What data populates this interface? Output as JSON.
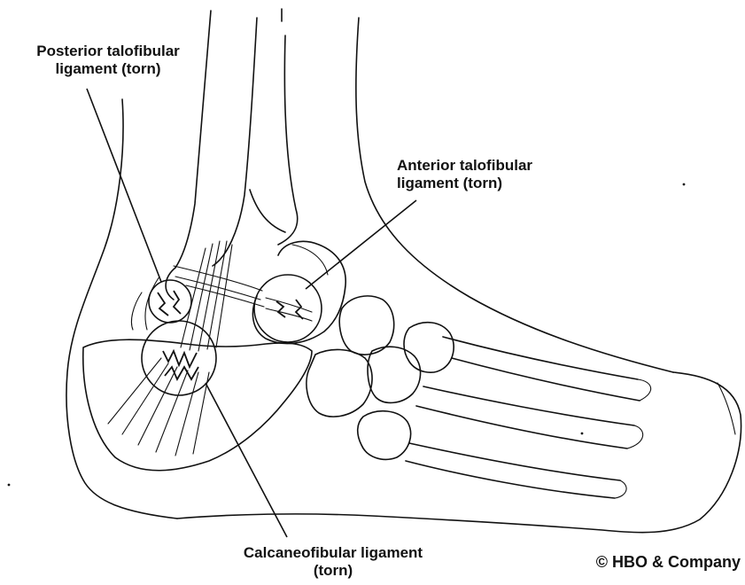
{
  "labels": {
    "posterior_line1": "Posterior talofibular",
    "posterior_line2": "ligament (torn)",
    "anterior_line1": "Anterior talofibular",
    "anterior_line2": "ligament (torn)",
    "calcaneo_line1": "Calcaneofibular ligament",
    "calcaneo_line2": "(torn)"
  },
  "copyright": "© HBO & Company",
  "colors": {
    "ink": "#111111",
    "background": "#ffffff"
  }
}
